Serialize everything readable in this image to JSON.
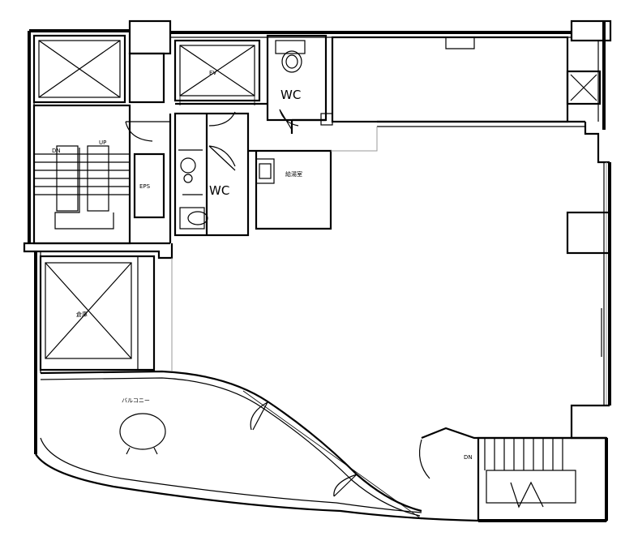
{
  "labels": {
    "wc_upper": "WC",
    "wc_lower": "WC",
    "eps": "EPS",
    "stair_dn": "DN",
    "stair_up": "UP",
    "ev": "EV",
    "kitchenette": "給湯室",
    "spare": "倉庫",
    "balcony": "バルコニー",
    "stair2_dn": "DN"
  }
}
